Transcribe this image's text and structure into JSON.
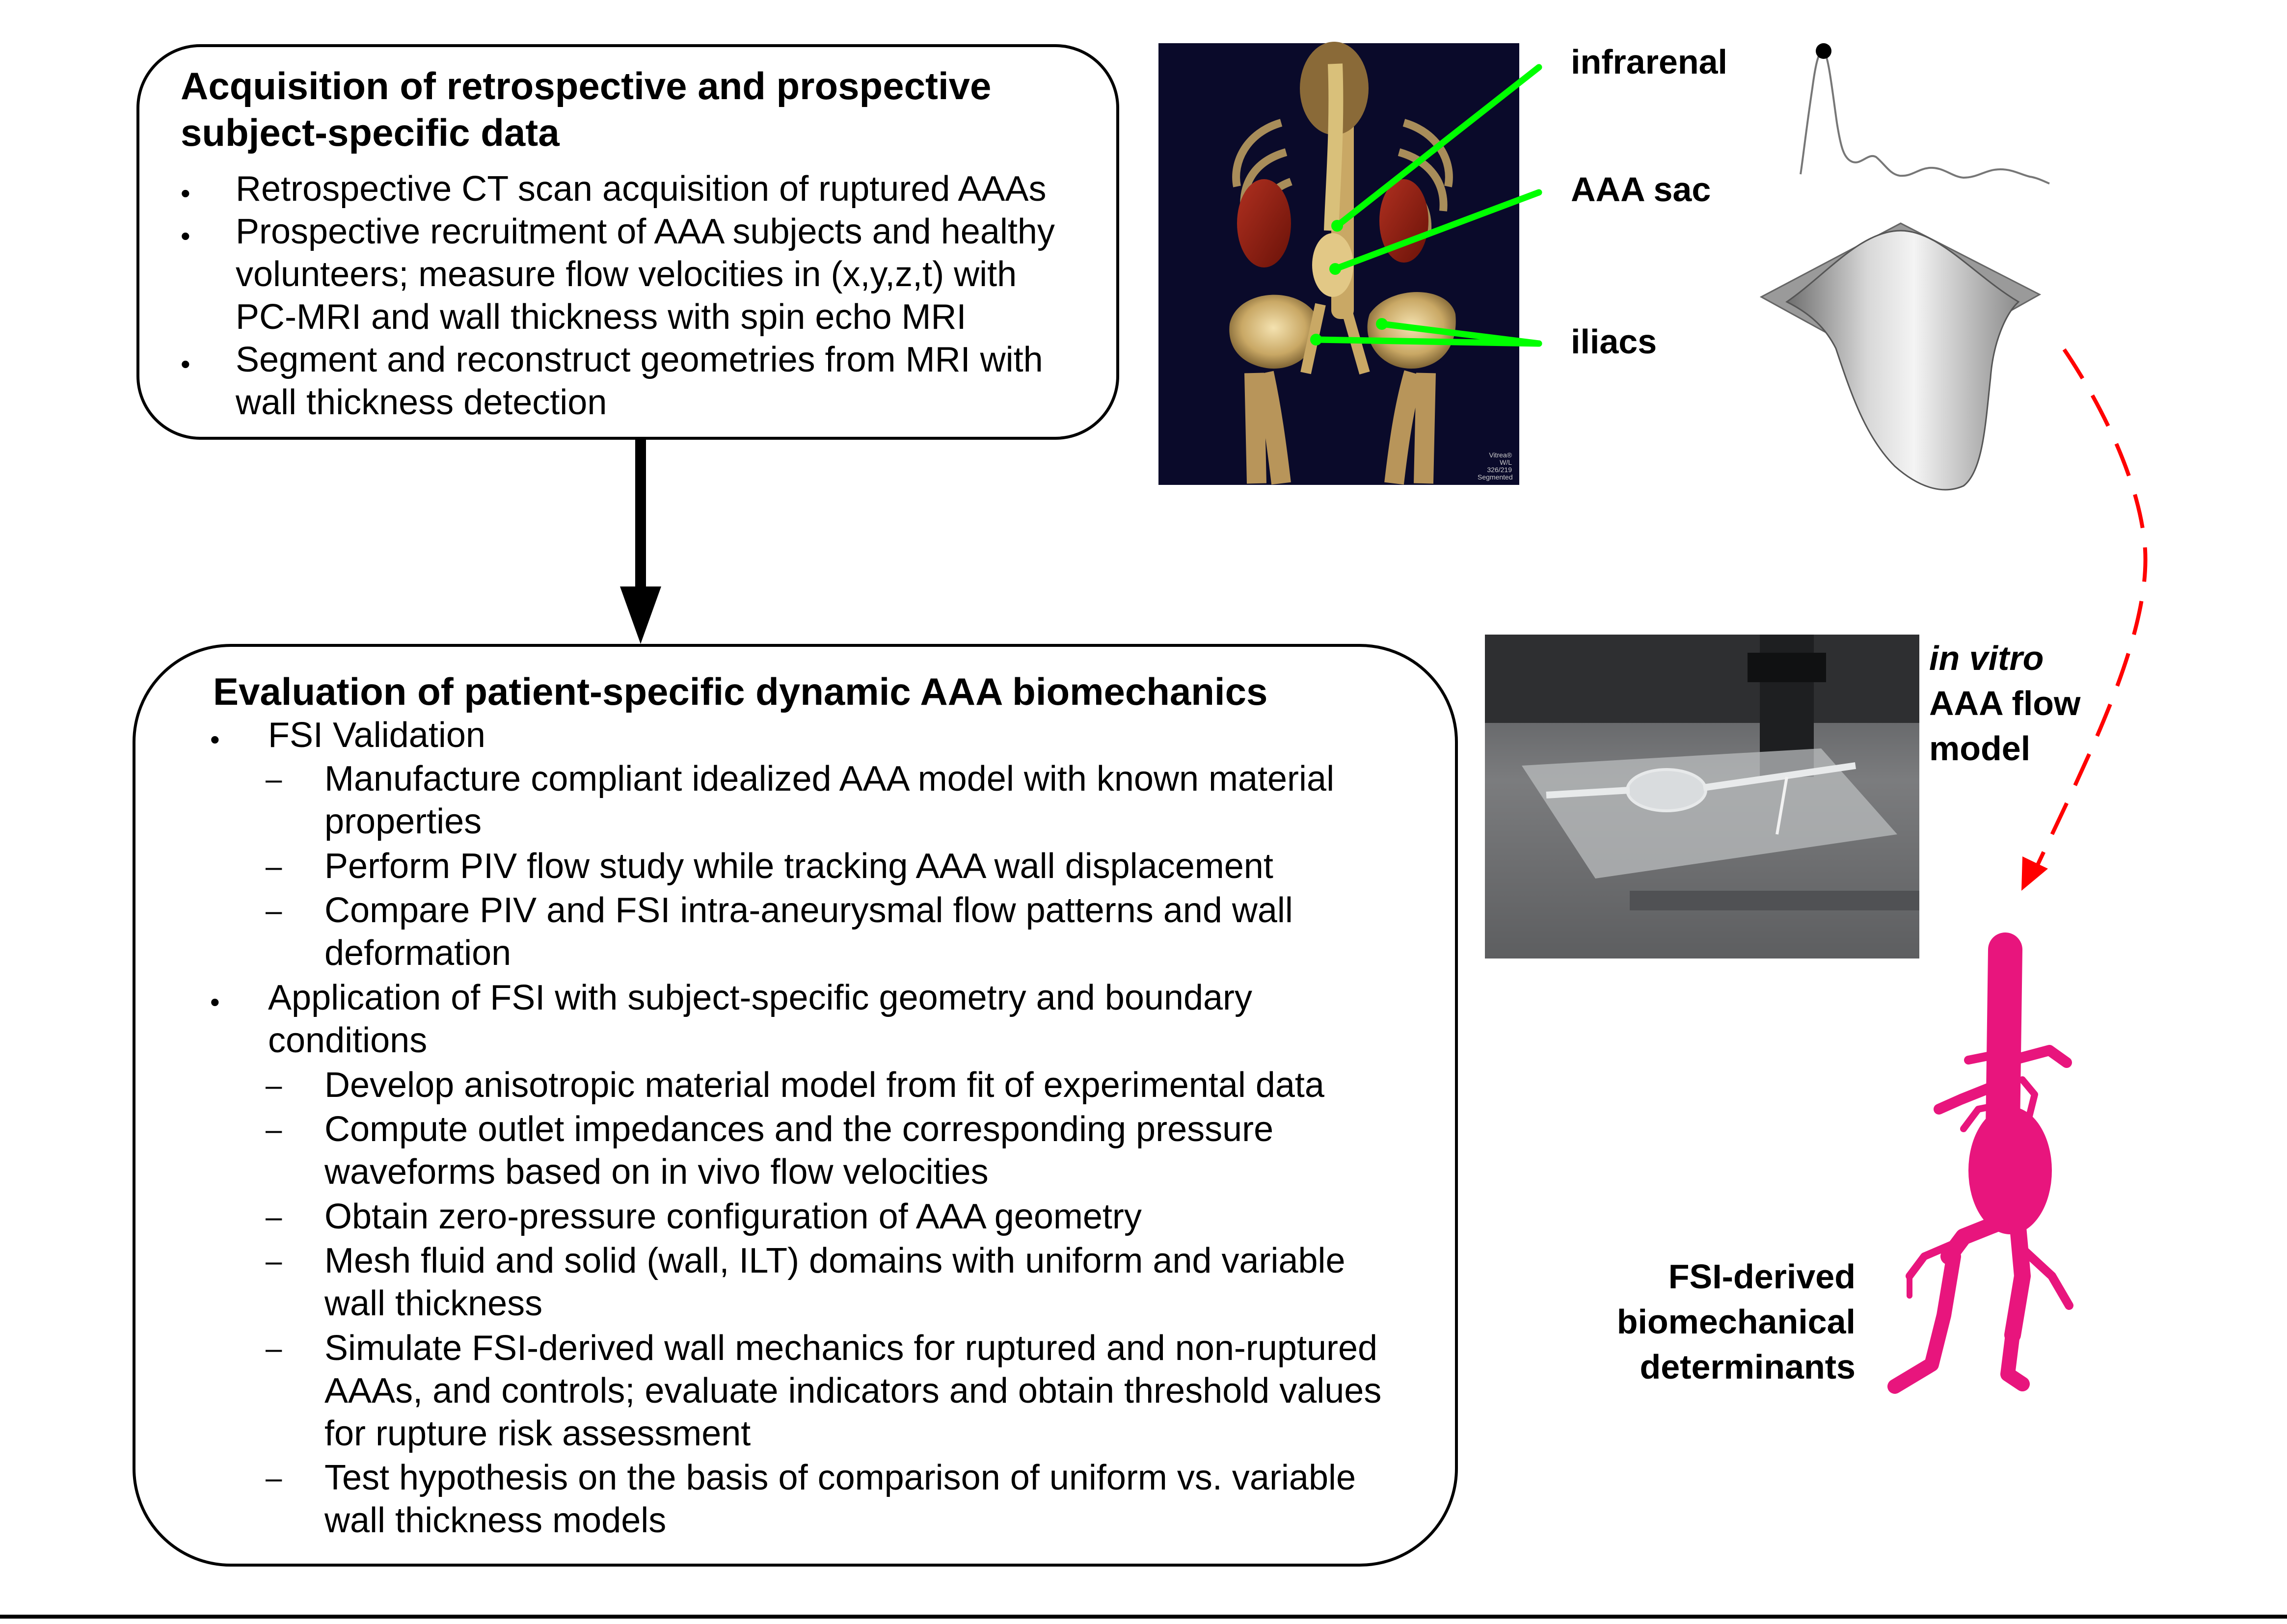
{
  "box1": {
    "title_lines": [
      "Acquisition of retrospective and prospective",
      "subject-specific data"
    ],
    "items": [
      {
        "lines": [
          "Retrospective CT scan acquisition of ruptured AAAs"
        ]
      },
      {
        "lines": [
          "Prospective recruitment of AAA subjects and healthy",
          "volunteers; measure flow velocities in (x,y,z,t) with",
          "PC-MRI and wall thickness with spin echo MRI"
        ]
      },
      {
        "lines": [
          "Segment and reconstruct geometries from MRI with",
          "wall thickness detection"
        ]
      }
    ]
  },
  "box2": {
    "title": "Evaluation of patient-specific dynamic AAA biomechanics",
    "sections": [
      {
        "lines": [
          "FSI Validation"
        ],
        "subitems": [
          {
            "lines": [
              "Manufacture compliant idealized AAA model with known material",
              "properties"
            ]
          },
          {
            "lines": [
              "Perform PIV flow study while tracking AAA wall displacement"
            ]
          },
          {
            "lines": [
              "Compare PIV and FSI intra-aneurysmal flow patterns and wall",
              "deformation"
            ]
          }
        ]
      },
      {
        "lines": [
          "Application of FSI with subject-specific geometry and boundary",
          "conditions"
        ],
        "subitems": [
          {
            "lines": [
              "Develop anisotropic material model from fit of experimental data"
            ]
          },
          {
            "lines": [
              "Compute outlet impedances and the corresponding pressure",
              "waveforms based on in vivo flow velocities"
            ]
          },
          {
            "lines": [
              "Obtain zero-pressure configuration of AAA geometry"
            ]
          },
          {
            "lines": [
              "Mesh fluid and solid (wall, ILT) domains with uniform and variable",
              "wall thickness"
            ]
          },
          {
            "lines": [
              "Simulate FSI-derived wall mechanics for ruptured and non-ruptured",
              "AAAs, and controls; evaluate indicators and obtain threshold values",
              "for rupture risk assessment"
            ]
          },
          {
            "lines": [
              "Test hypothesis on the basis of comparison of uniform vs. variable",
              "wall thickness models"
            ]
          }
        ]
      }
    ]
  },
  "labels": {
    "infrarenal": "infrarenal",
    "aaa_sac": "AAA sac",
    "iliacs": "iliacs",
    "in_vitro_italic": "in vitro",
    "in_vitro_line2": "AAA flow",
    "in_vitro_line3": "model",
    "fsi_lines": [
      "FSI-derived",
      "biomechanical",
      "determinants"
    ]
  },
  "ct_overlay": {
    "line1": "Vitrea®",
    "line2": "W/L 326/219",
    "line3": "Segmented"
  },
  "colors": {
    "annotation_line": "#00ff00",
    "dashed_arrow": "#ff0000",
    "model_fill": "#e8157d",
    "ct_background": "#0a0a2a"
  }
}
